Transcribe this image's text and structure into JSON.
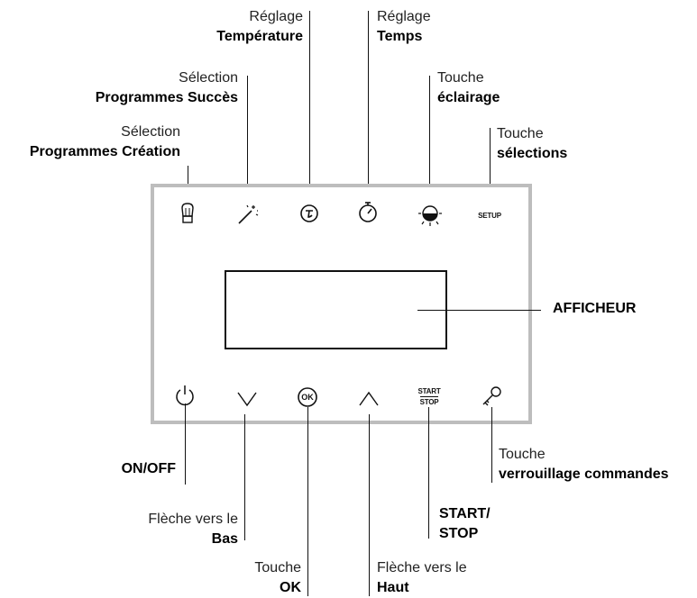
{
  "labels": {
    "prog_creation": {
      "line1": "Sélection",
      "line2": "Programmes Création"
    },
    "prog_succes": {
      "line1": "Sélection",
      "line2": "Programmes Succès"
    },
    "temperature": {
      "line1": "Réglage",
      "line2": "Température"
    },
    "temps": {
      "line1": "Réglage",
      "line2": "Temps"
    },
    "eclairage": {
      "line1": "Touche",
      "line2": "éclairage"
    },
    "selections": {
      "line1": "Touche",
      "line2": "sélections"
    },
    "afficheur": {
      "line2": "AFFICHEUR"
    },
    "onoff": {
      "line2": "ON/OFF"
    },
    "fleche_bas": {
      "line1": "Flèche vers le",
      "line2": "Bas"
    },
    "ok": {
      "line1": "Touche",
      "line2": "OK"
    },
    "fleche_haut": {
      "line1": "Flèche vers le",
      "line2": "Haut"
    },
    "startstop": {
      "line1": "START/",
      "line2": "STOP"
    },
    "verrouillage": {
      "line1": "Touche",
      "line2": "verrouillage commandes"
    }
  },
  "buttons": {
    "setup_text": "SETUP",
    "ok_text": "OK",
    "start_text": "START",
    "stop_text": "STOP"
  },
  "icons": {
    "chef_hat": "chef-hat-icon",
    "magic_wand": "magic-wand-icon",
    "thermometer": "temperature-icon",
    "timer": "timer-icon",
    "light": "light-icon",
    "power": "power-icon",
    "down": "arrow-down-icon",
    "up": "arrow-up-icon",
    "key": "key-icon"
  }
}
